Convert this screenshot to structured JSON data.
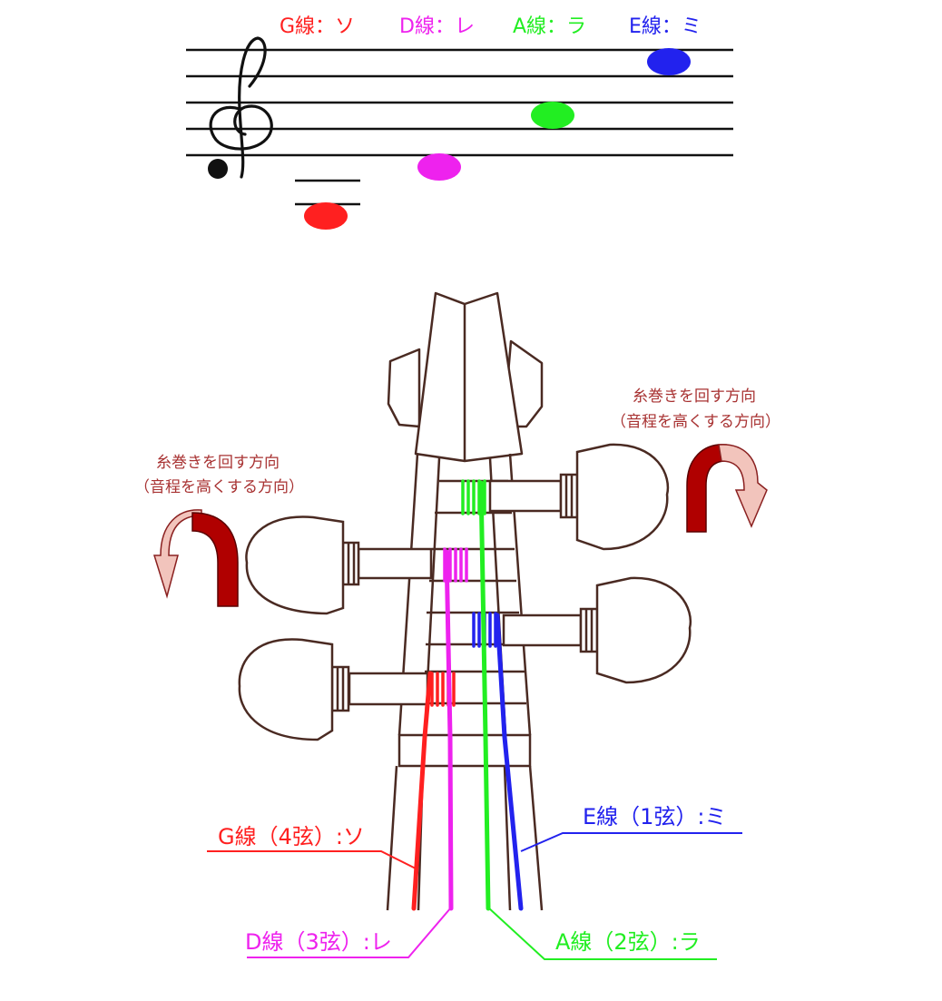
{
  "colors": {
    "g": "#ff2020",
    "d": "#ee22ee",
    "a": "#22ee22",
    "e": "#2222ee",
    "outline": "#4a2a22",
    "arrow_dark": "#b00000",
    "arrow_light": "#f2c4bc",
    "annotation": "#a83232"
  },
  "staff_labels": {
    "g": "G線：ソ",
    "d": "D線：レ",
    "a": "A線：ラ",
    "e": "E線：ミ"
  },
  "annotations": {
    "left_line1": "糸巻きを回す方向",
    "left_line2": "（音程を高くする方向）",
    "right_line1": "糸巻きを回す方向",
    "right_line2": "（音程を高くする方向）"
  },
  "string_labels": {
    "g": "G線（4弦）:ソ",
    "d": "D線（3弦）:レ",
    "a": "A線（2弦）:ラ",
    "e": "E線（1弦）:ミ"
  },
  "icons": {
    "clef": "treble-clef-icon",
    "left_arrow": "curved-arrow-counterclockwise-icon",
    "right_arrow": "curved-arrow-clockwise-icon"
  }
}
